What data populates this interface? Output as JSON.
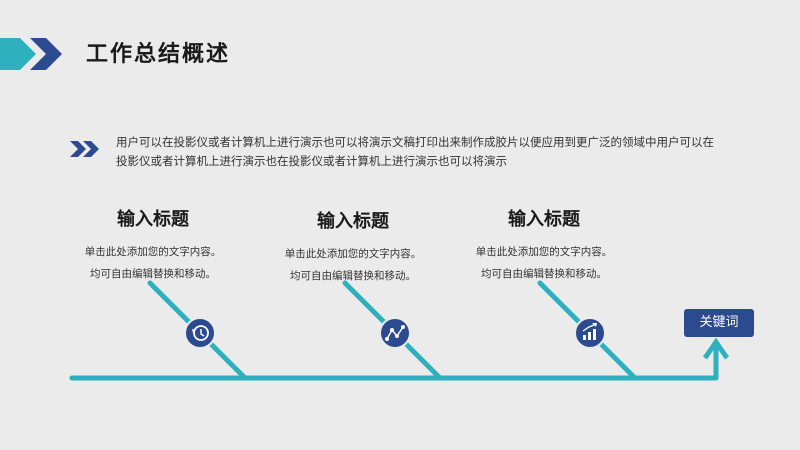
{
  "title": "工作总结概述",
  "intro": "用户可以在投影仪或者计算机上进行演示也可以将演示文稿打印出来制作成胶片以便应用到更广泛的领域中用户可以在投影仪或者计算机上进行演示也在投影仪或者计算机上进行演示也可以将演示",
  "cards": [
    {
      "title": "输入标题",
      "text": "单击此处添加您的文字内容。均可自由编辑替换和移动。",
      "icon": "history-icon"
    },
    {
      "title": "输入标题",
      "text": "单击此处添加您的文字内容。均可自由编辑替换和移动。",
      "icon": "network-icon"
    },
    {
      "title": "输入标题",
      "text": "单击此处添加您的文字内容。均可自由编辑替换和移动。",
      "icon": "bar-chart-icon"
    }
  ],
  "keyword": "关键词",
  "colors": {
    "teal": "#2fb0bf",
    "navy": "#2c4a8f",
    "background": "#ebebeb"
  }
}
